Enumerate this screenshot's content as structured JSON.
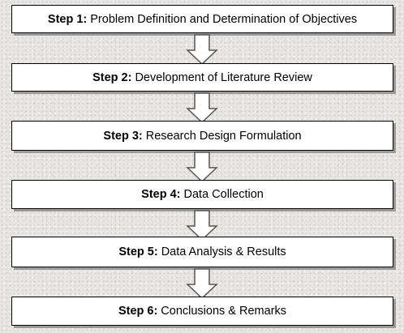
{
  "steps": [
    {
      "label": "Step 1:",
      "text": "Problem Definition and Determination of Objectives"
    },
    {
      "label": "Step 2:",
      "text": "Development of Literature Review"
    },
    {
      "label": "Step 3:",
      "text": "Research Design Formulation"
    },
    {
      "label": "Step 4:",
      "text": "Data Collection"
    },
    {
      "label": "Step 5:",
      "text": "Data Analysis & Results"
    },
    {
      "label": "Step 6:",
      "text": "Conclusions & Remarks"
    }
  ],
  "colors": {
    "box_fill": "#ffffff",
    "box_border": "#000000",
    "shadow": "#9a9a9a",
    "arrow_fill": "#ffffff",
    "arrow_stroke": "#555555"
  }
}
